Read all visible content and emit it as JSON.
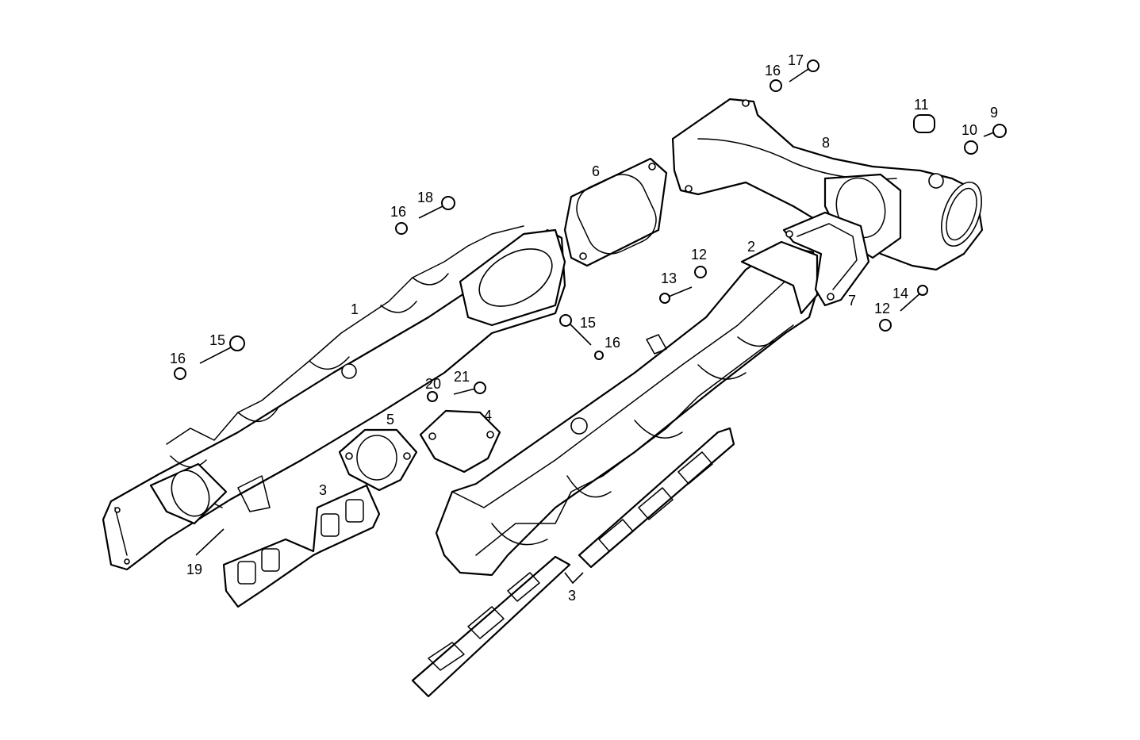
{
  "callouts": {
    "c1": "1",
    "c2": "2",
    "c3a": "3",
    "c3b": "3",
    "c4": "4",
    "c5": "5",
    "c6": "6",
    "c7": "7",
    "c8": "8",
    "c9": "9",
    "c10": "10",
    "c11": "11",
    "c12a": "12",
    "c12b": "12",
    "c13": "13",
    "c14": "14",
    "c15a": "15",
    "c15b": "15",
    "c16a": "16",
    "c16b": "16",
    "c16c": "16",
    "c16d": "16",
    "c17": "17",
    "c18": "18",
    "c19": "19",
    "c20": "20",
    "c21": "21"
  },
  "colors": {
    "line": "#000000",
    "background": "#ffffff"
  }
}
